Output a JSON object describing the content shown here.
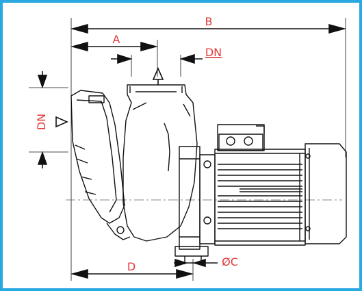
{
  "drawing": {
    "kind": "pump dimension drawing",
    "border_color": "#2aa9e0",
    "label_color": "#e03a3a",
    "line_color": "#111111"
  },
  "labels": {
    "b": "B",
    "a": "A",
    "dn_top": "DN",
    "dn_side": "DN",
    "d": "D",
    "c": "ØC"
  }
}
